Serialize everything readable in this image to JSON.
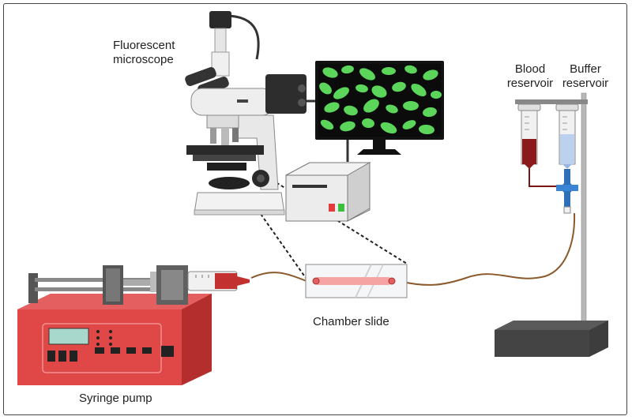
{
  "labels": {
    "microscope": [
      "Fluorescent",
      "microscope"
    ],
    "blood": [
      "Blood",
      "reservoir"
    ],
    "buffer": [
      "Buffer",
      "reservoir"
    ],
    "chamber": "Chamber slide",
    "pump": "Syringe pump"
  },
  "colors": {
    "frame": "#444444",
    "tubing": "#8b5a2b",
    "monitor_cells": "#5bd65b",
    "blood": "#8b1a1a",
    "buffer": "#bcd0f0",
    "pump_body": "#e04848",
    "microscope_body": "#eeeeee"
  },
  "icons": [
    "fluorescent-microscope",
    "monitor",
    "controller-box",
    "syringe-pump",
    "chamber-slide",
    "ring-stand",
    "blood-syringe",
    "buffer-syringe",
    "stopcock-valve"
  ]
}
